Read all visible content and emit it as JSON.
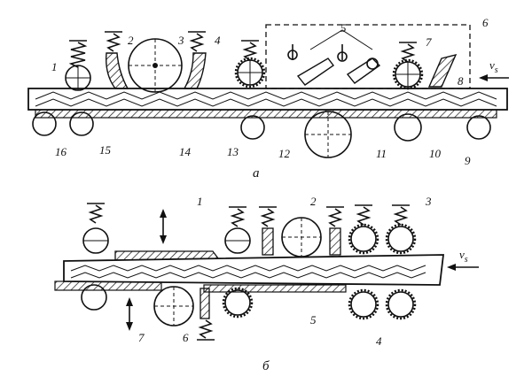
{
  "diagram_a": {
    "caption": "а",
    "labels": {
      "n1": "1",
      "n2": "2",
      "n3": "3",
      "n4": "4",
      "n5": "5",
      "n6": "6",
      "n7": "7",
      "n8": "8",
      "n9": "9",
      "n10": "10",
      "n11": "11",
      "n12": "12",
      "n13": "13",
      "n14": "14",
      "n15": "15",
      "n16": "16"
    },
    "feed_v": "v",
    "feed_sub": "s"
  },
  "diagram_b": {
    "caption": "б",
    "labels": {
      "n1": "1",
      "n2": "2",
      "n3": "3",
      "n4": "4",
      "n5": "5",
      "n6": "6",
      "n7": "7"
    },
    "feed_v": "v",
    "feed_sub": "s"
  }
}
